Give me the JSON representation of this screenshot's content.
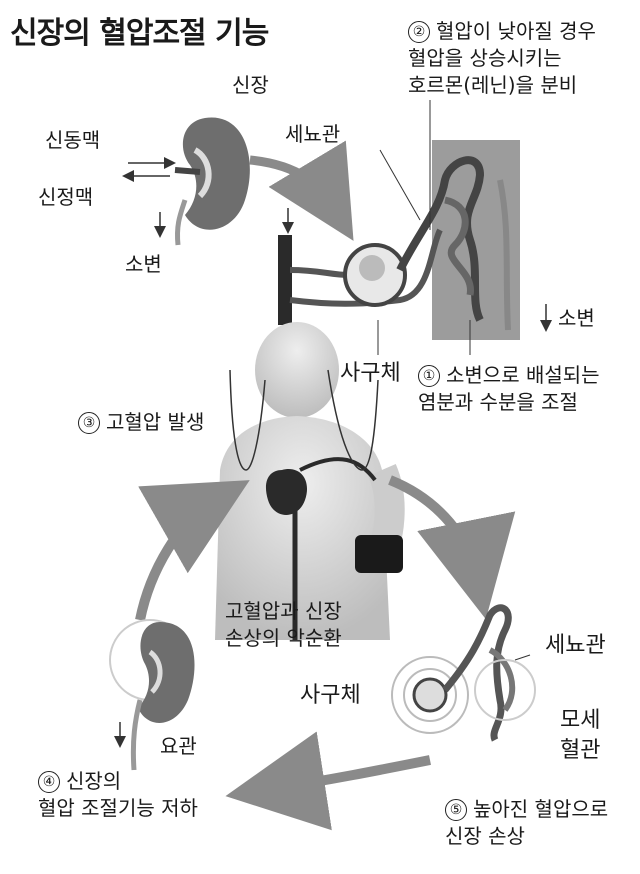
{
  "title": "신장의 혈압조절 기능",
  "labels": {
    "kidney": "신장",
    "renal_artery": "신동맥",
    "renal_vein": "신정맥",
    "urine_top_left": "소변",
    "tubule_top": "세뇨관",
    "glomerulus_top": "사구체",
    "urine_right": "소변",
    "hypertension_cycle": "고혈압과 신장",
    "hypertension_cycle_2": "손상의 악순환",
    "tubule_bottom": "세뇨관",
    "glomerulus_bottom": "사구체",
    "capillary_1": "모세",
    "capillary_2": "혈관",
    "ureter": "요관"
  },
  "steps": {
    "step1": {
      "num": "①",
      "line1": "소변으로 배설되는",
      "line2": "염분과 수분을 조절"
    },
    "step2": {
      "num": "②",
      "line1": "혈압이 낮아질 경우",
      "line2": "혈압을 상승시키는",
      "line3": "호르몬(레닌)을 분비"
    },
    "step3": {
      "num": "③",
      "line1": "고혈압 발생"
    },
    "step4": {
      "num": "④",
      "line1": "신장의",
      "line2": "혈압 조절기능 저하"
    },
    "step5": {
      "num": "⑤",
      "line1": "높아진 혈압으로",
      "line2": "신장 손상"
    }
  },
  "colors": {
    "ink": "#1a1a1a",
    "arrow": "#8a8a8a",
    "kidney": "#6e6e6e",
    "panel": "#9c9c9c",
    "body": "#d9d9d9"
  }
}
